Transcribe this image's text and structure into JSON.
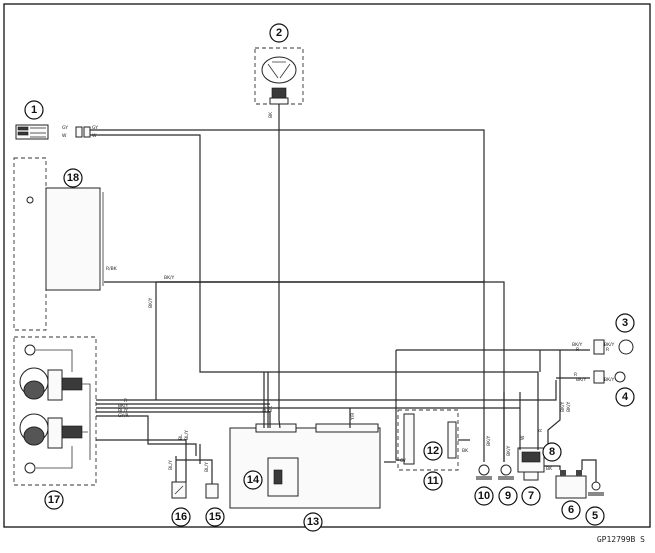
{
  "callouts": [
    "1",
    "2",
    "3",
    "4",
    "5",
    "6",
    "7",
    "8",
    "9",
    "10",
    "11",
    "12",
    "13",
    "14",
    "15",
    "16",
    "17",
    "18"
  ],
  "wire_labels": {
    "bk": "BK",
    "bky": "BK/Y",
    "r": "R",
    "gy": "GY",
    "w": "W",
    "bl": "BL",
    "bly": "BL/Y",
    "rbk": "R/BK",
    "yr": "Y/R",
    "gyr": "GY/R"
  },
  "figure_code": "GP12799B  S"
}
